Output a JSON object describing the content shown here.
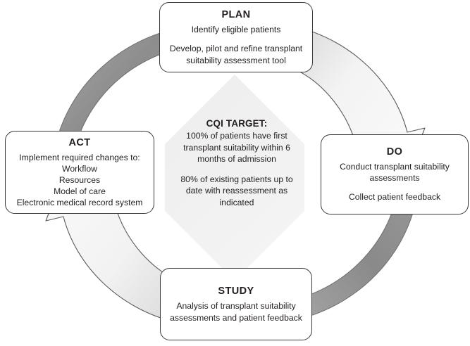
{
  "diagram": {
    "type": "pdsa-improvement-cycle",
    "title": "Plan-Do-Study-Act continuous quality improvement cycle"
  },
  "colors": {
    "box_border": "#3a3a3a",
    "box_fill": "#ffffff",
    "text": "#231f20",
    "arc_dark": "#8c8c8c",
    "arc_dark_edge": "#6e6e6e",
    "arrow_light_fill": "#f4f4f4",
    "arrow_light_edge": "#5a5a5a",
    "octagon_fill": "#f1f1f1"
  },
  "stages": {
    "plan": {
      "title": "PLAN",
      "lines": [
        "Identify eligible patients"
      ],
      "sub_lines": [
        "Develop, pilot and refine transplant",
        "suitability assessment tool"
      ]
    },
    "do": {
      "title": "DO",
      "lines": [
        "Conduct transplant suitability",
        "assessments"
      ],
      "sub_lines": [
        "Collect patient feedback"
      ]
    },
    "study": {
      "title": "STUDY",
      "lines": [
        "Analysis of transplant suitability",
        "assessments and patient feedback"
      ],
      "sub_lines": []
    },
    "act": {
      "title": "ACT",
      "lines": [
        "Implement required changes to:",
        "Workflow",
        "Resources",
        "Model of care",
        "Electronic medical record system"
      ],
      "sub_lines": []
    }
  },
  "center": {
    "title": "CQI TARGET:",
    "block_one": [
      "100% of patients have first",
      "transplant suitability within 6",
      "months of admission"
    ],
    "block_two": [
      "80% of existing patients up to",
      "date with reassessment as",
      "indicated"
    ]
  },
  "arrows": [
    {
      "name": "plan-to-do",
      "from": "PLAN",
      "to": "DO",
      "style": "light-with-head"
    },
    {
      "name": "do-to-study",
      "from": "DO",
      "to": "STUDY",
      "style": "dark-band"
    },
    {
      "name": "study-to-act",
      "from": "STUDY",
      "to": "ACT",
      "style": "light-with-head"
    },
    {
      "name": "act-to-plan",
      "from": "ACT",
      "to": "PLAN",
      "style": "dark-band"
    }
  ]
}
